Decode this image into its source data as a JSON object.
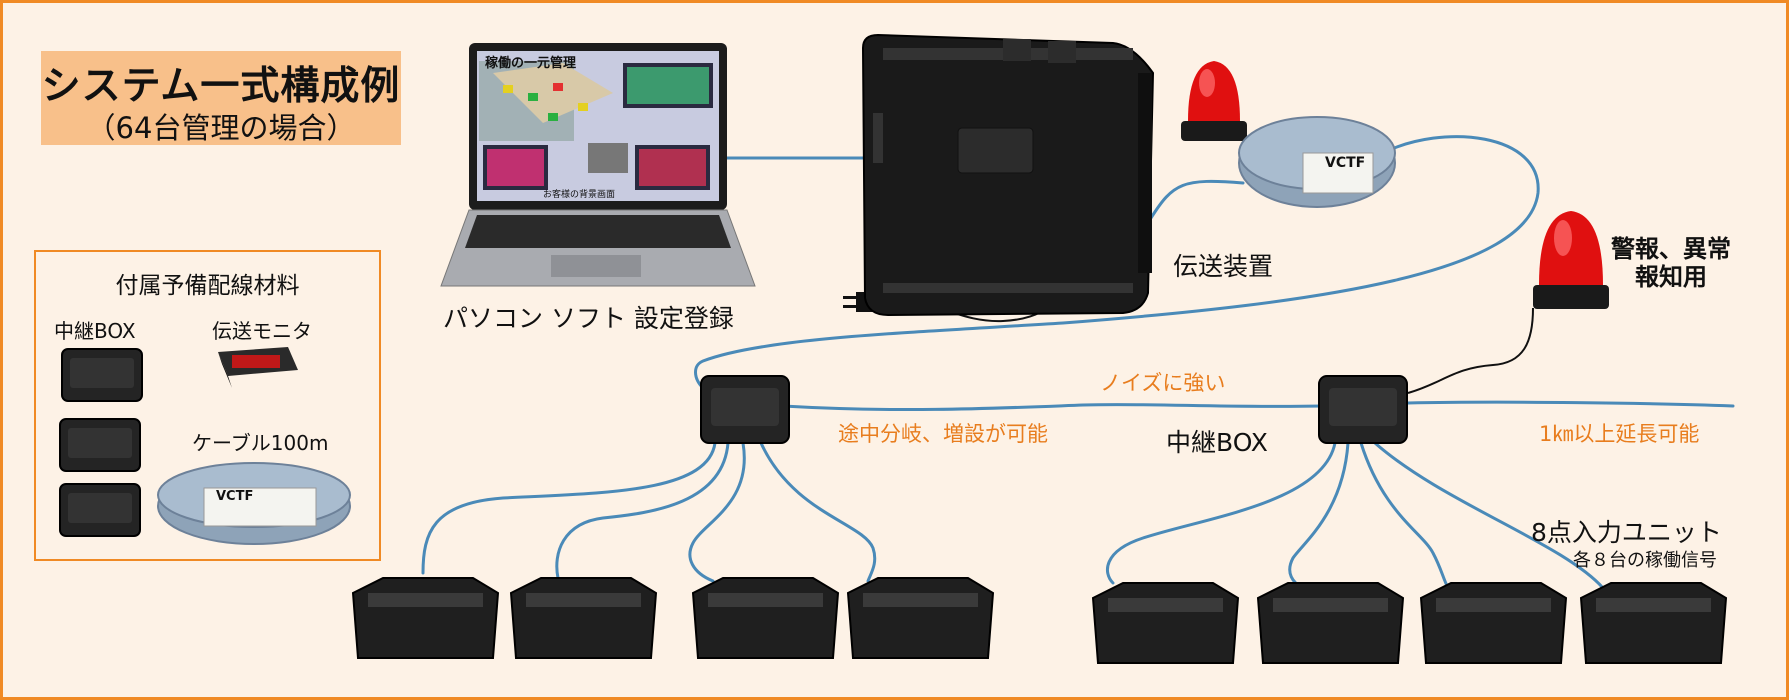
{
  "title": {
    "main": "システム一式構成例",
    "sub": "（64台管理の場合）"
  },
  "laptop": {
    "screen_title": "稼働の一元管理",
    "screen_caption": "お客様の背景画面",
    "label": "パソコン ソフト 設定登録"
  },
  "transmitter": {
    "label": "伝送装置"
  },
  "cable_reel": {
    "brand": "VCTF"
  },
  "alarm": {
    "label_line1": "警報、異常",
    "label_line2": "報知用"
  },
  "accessories": {
    "heading": "付属予備配線材料",
    "relay_box": "中継BOX",
    "monitor": "伝送モニタ",
    "cable": "ケーブル100m",
    "cable_brand": "VCTF"
  },
  "network": {
    "noise_label": "ノイズに強い",
    "branch_label": "途中分岐、増設が可能",
    "relay_label": "中継BOX",
    "extension_label": "1㎞以上延長可能"
  },
  "input_unit": {
    "label": "8点入力ユニット",
    "sub_label": "各８台の稼働信号"
  },
  "colors": {
    "border": "#f08a24",
    "background": "#fdf2e6",
    "title_bg": "#f8c08a",
    "cable": "#4a8ab8",
    "accent_text": "#e87d1e",
    "alarm_red": "#e01010"
  }
}
